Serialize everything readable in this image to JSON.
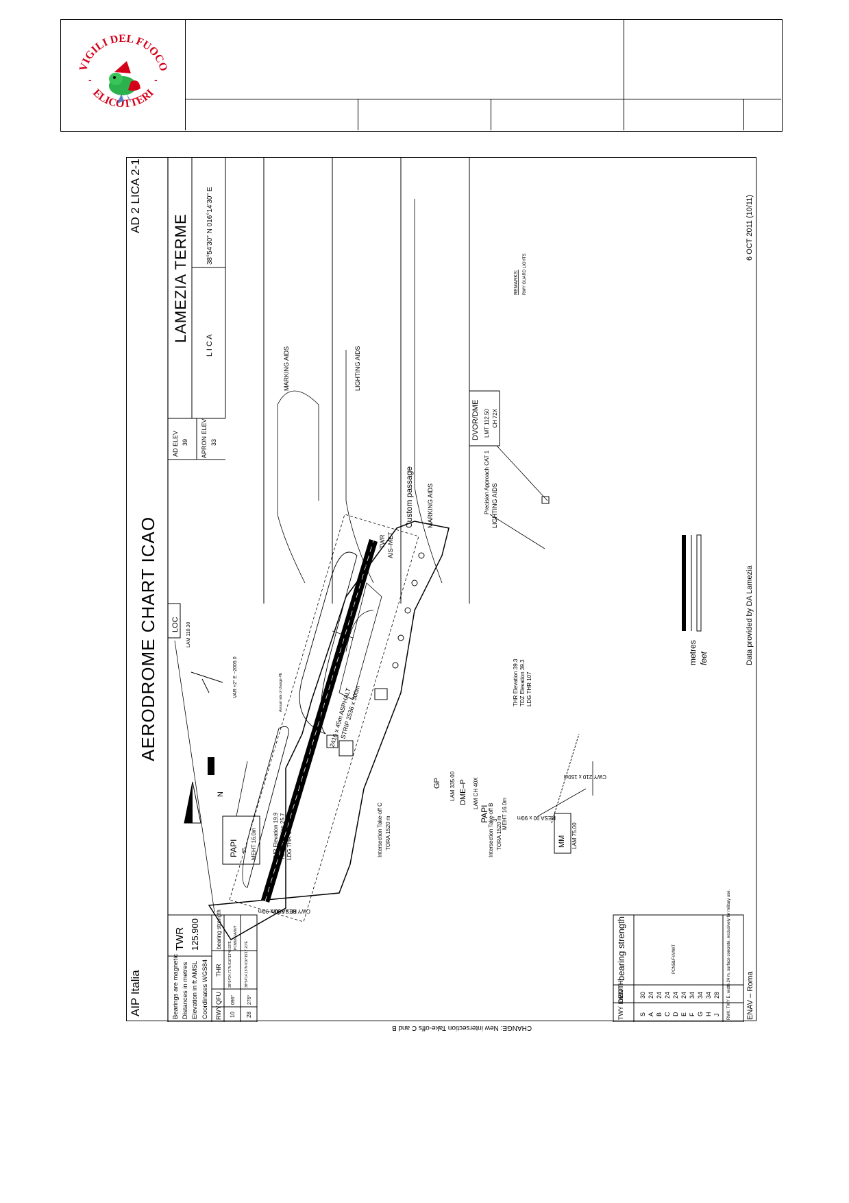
{
  "logo": {
    "top_text": "VIGILI DEL FUOCO",
    "bottom_text": "ELICOTTERI"
  },
  "chart": {
    "title": "AERODROME CHART ICAO",
    "publication": "AIP Italia",
    "page_ref": "AD 2 LICA 2-1",
    "aerodrome_name": "LAMEZIA TERME",
    "icao_code": "L I C A",
    "coordinates": "38°54'30\" N    016°14'30\" E",
    "ad_elev_label": "AD ELEV",
    "ad_elev_value": "39",
    "apron_elev_label": "APRON ELEV",
    "apron_elev_value": "33",
    "bearings_note": "Bearings are magnetic",
    "distances_note": "Distances in metres",
    "elevation_note": "Elevation in ft AMSL",
    "coordinates_note": "Coordinates WGS84",
    "twr_label": "TWR",
    "twr_freq": "125.900",
    "var": "VAR +2° E −2005.0",
    "annual_change": "Annual rate of change 4'E",
    "date": "6 OCT 2011 (10/11)",
    "footer_left": "ENAV – Roma",
    "footer_right": "Data provided by DA Lamezia",
    "change_note": "CHANGE: New intersection Take-offs C and B",
    "remarks_title": "REMARKS:",
    "remarks_text": "RWY GUARD LIGHTS",
    "north": "N"
  },
  "rwy_table": {
    "headers": [
      "RWY",
      "QFU",
      "THR",
      "bearing strength"
    ],
    "rows": [
      [
        "10",
        "096°",
        "38°54'24.71\"N 016°13'46.93\"E",
        "PCN58/F/A/W/T"
      ],
      [
        "28",
        "276°",
        "38°54'14.15\"N 016°15'17.20\"E",
        ""
      ]
    ]
  },
  "twy_table": {
    "headers": [
      "TWY IDENT",
      "WIDTH",
      "bearing strength"
    ],
    "idents": [
      "S",
      "A",
      "B",
      "C",
      "D",
      "E",
      "F",
      "G",
      "H",
      "J"
    ],
    "widths": [
      "30",
      "24",
      "24",
      "24",
      "24",
      "24",
      "34",
      "34",
      "34",
      "28"
    ],
    "strength": "PCN58/F/A/W/T",
    "remark": "RMK: TWY E, width 24 m, surface concrete, exclusively for military use."
  },
  "labels": {
    "loc": "LOC",
    "loc_freq": "LAM 110.30",
    "gp": "GP",
    "gp_freq": "LAM 335.00",
    "dme_p": "DME–P",
    "dme_p_freq": "LAM CH 40X",
    "papi": "PAPI",
    "papi_angle": "3°",
    "papi_meht": "MEHT 16.0m",
    "mm": "MM",
    "mm_freq": "LAM 75.00",
    "dvor": "DVOR/DME",
    "dvor_freq1": "LMT 112.50",
    "dvor_freq2": "CH 72X",
    "twr_ais": "TWR",
    "ais_met": "AIS–MET",
    "custom": "Custom passage",
    "precision": "Precision Approach CAT 1",
    "asphalt": "2416 x 45m ASPHALT",
    "strip": "STRIP 2536 x 300m",
    "resa_w": "RESA 90 x 90m",
    "cwy_w": "CWY 60 x 300m",
    "thr_w1": "THR Elevation 19.9",
    "thr_w2": "TDZ Elevation 25.7",
    "thr_w3": "LDG THR 107",
    "int_c1": "Intersection Take-off C",
    "int_c2": "TORA 1520 m",
    "int_b1": "Intersection Take-off B",
    "int_b2": "TORA 1520 m",
    "thr_e1": "THR Elevation 39.3",
    "thr_e2": "TDZ Elevation 39.3",
    "thr_e3": "LDG THR 107",
    "resa_e": "RESA 90 x 90m",
    "cwy_e": "CWY 210 x 150m",
    "scale_metres": "metres",
    "scale_feet": "feet",
    "marking_aids": "MARKING AIDS",
    "lighting_aids": "LIGHTING AIDS"
  }
}
